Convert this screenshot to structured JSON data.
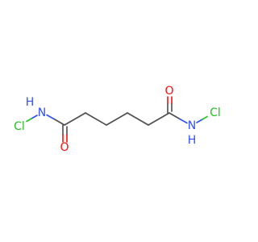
{
  "molecule": {
    "colors": {
      "carbon": "#4d4d4d",
      "nitrogen": "#3050f8",
      "oxygen": "#ff0d0d",
      "chlorine": "#1fc21f",
      "background": "#ffffff"
    },
    "atoms": {
      "cl_left": "Cl",
      "n_left": "N",
      "h_left": "H",
      "o_left": "O",
      "o_right": "O",
      "n_right": "N",
      "h_right": "H",
      "cl_right": "Cl"
    }
  }
}
